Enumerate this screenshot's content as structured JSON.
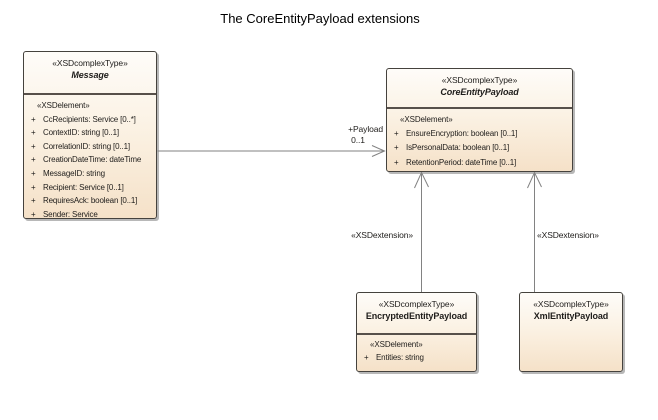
{
  "diagram": {
    "title": "The CoreEntityPayload extensions"
  },
  "classes": {
    "message": {
      "stereotype": "«XSDcomplexType»",
      "name": "Message",
      "section_label": "«XSDelement»",
      "attributes": [
        {
          "vis": "+",
          "text": "CcRecipients: Service [0..*]"
        },
        {
          "vis": "+",
          "text": "ContextID: string [0..1]"
        },
        {
          "vis": "+",
          "text": "CorrelationID: string [0..1]"
        },
        {
          "vis": "+",
          "text": "CreationDateTime: dateTime"
        },
        {
          "vis": "+",
          "text": "MessageID: string"
        },
        {
          "vis": "+",
          "text": "Recipient: Service [0..1]"
        },
        {
          "vis": "+",
          "text": "RequiresAck: boolean [0..1]"
        },
        {
          "vis": "+",
          "text": "Sender: Service"
        }
      ]
    },
    "core_entity_payload": {
      "stereotype": "«XSDcomplexType»",
      "name": "CoreEntityPayload",
      "section_label": "«XSDelement»",
      "attributes": [
        {
          "vis": "+",
          "text": "EnsureEncryption: boolean [0..1]"
        },
        {
          "vis": "+",
          "text": "IsPersonalData: boolean [0..1]"
        },
        {
          "vis": "+",
          "text": "RetentionPeriod: dateTime [0..1]"
        }
      ]
    },
    "encrypted_entity_payload": {
      "stereotype": "«XSDcomplexType»",
      "name": "EncryptedEntityPayload",
      "section_label": "«XSDelement»",
      "attributes": [
        {
          "vis": "+",
          "text": "Entities: string"
        }
      ]
    },
    "xml_entity_payload": {
      "stereotype": "«XSDcomplexType»",
      "name": "XmlEntityPayload"
    }
  },
  "connectors": {
    "payload_association": {
      "role_label": "+Payload",
      "multiplicity": "0..1"
    },
    "extension_left": {
      "label": "«XSDextension»"
    },
    "extension_right": {
      "label": "«XSDextension»"
    }
  },
  "colors": {
    "box_fill_top": "#fefcf9",
    "box_fill_bottom": "#f5e1c8",
    "box_border": "#45423d",
    "connector_line": "#828282",
    "text": "#1f1d1b"
  }
}
